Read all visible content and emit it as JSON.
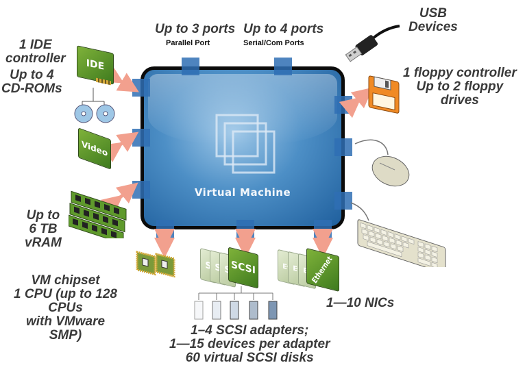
{
  "labels": {
    "ide": "1 IDE\ncontroller",
    "cdrom": "Up to 4\nCD-ROMs",
    "vram": "Up to\n6 TB\nvRAM",
    "chipset": "VM chipset\n1 CPU (up to 128\nCPUs\nwith VMware\nSMP)",
    "scsi": "1–4 SCSI adapters;\n1—15 devices per adapter\n60 virtual SCSI disks",
    "nics": "1—10 NICs",
    "floppy": "1 floppy controller\nUp to 2 floppy\ndrives",
    "usb": "USB\nDevices",
    "parallel_ports": "Up to 3 ports",
    "serial_ports": "Up to 4 ports",
    "parallel_sub": "Parallel Port",
    "serial_sub": "Serial/Com Ports"
  },
  "vm": {
    "title": "Virtual Machine"
  },
  "cards": {
    "ide": "IDE",
    "video": "Video",
    "scsi": "SCSI",
    "scsi_ghost": "S",
    "ethernet": "Ethernet",
    "eth_ghost": "Et"
  },
  "colors": {
    "vm_fill": "#4d8fc6",
    "port": "#2f6fb4",
    "arrow": "#f2a08e",
    "card_green": "#5f9a2c",
    "floppy": "#f08a24"
  }
}
